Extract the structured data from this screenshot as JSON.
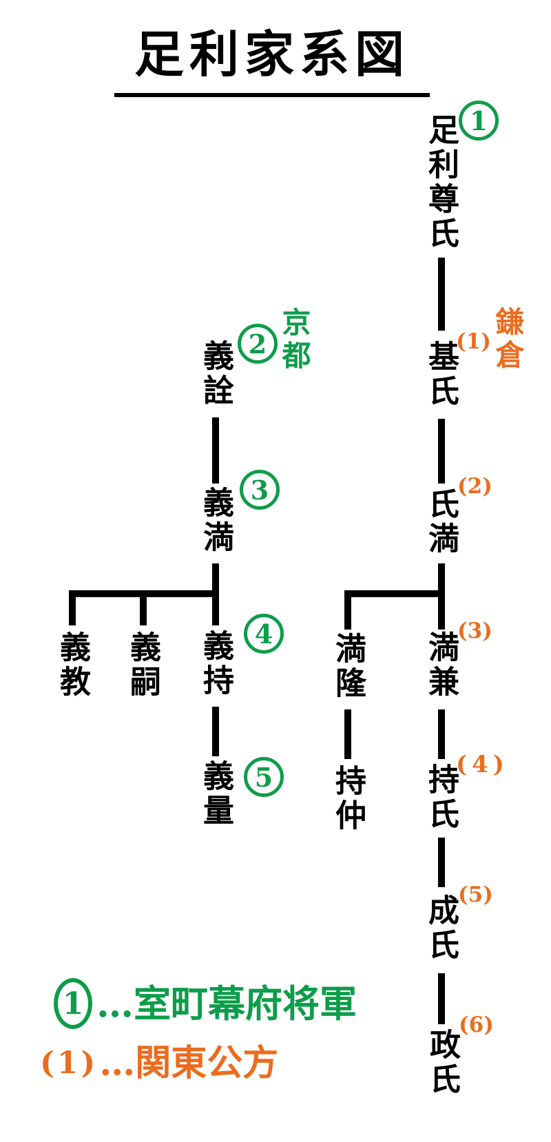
{
  "title": "足利家系図",
  "colors": {
    "green": "#0d9d4a",
    "orange": "#ec6c1e",
    "black": "#000000"
  },
  "people": {
    "takauji": {
      "name": "足利尊氏",
      "shogun_no": "1"
    },
    "yoshiakira": {
      "name": "義詮",
      "shogun_no": "2",
      "place": "京都"
    },
    "yoshimitsu": {
      "name": "義満",
      "shogun_no": "3"
    },
    "yoshinori": {
      "name": "義教"
    },
    "yoshitsugu": {
      "name": "義嗣"
    },
    "yoshimochi": {
      "name": "義持",
      "shogun_no": "4"
    },
    "yoshikazu": {
      "name": "義量",
      "shogun_no": "5"
    },
    "motouji": {
      "name": "基氏",
      "kubo_no": "(1)",
      "place": "鎌倉"
    },
    "ujimitsu": {
      "name": "氏満",
      "kubo_no": "(2)"
    },
    "mitsutaka": {
      "name": "満隆"
    },
    "mitsukane": {
      "name": "満兼",
      "kubo_no": "(3)"
    },
    "mochinaka": {
      "name": "持仲"
    },
    "mochiuji": {
      "name": "持氏",
      "kubo_no": "(4)"
    },
    "shigeuji": {
      "name": "成氏",
      "kubo_no": "(5)"
    },
    "masauji": {
      "name": "政氏",
      "kubo_no": "(6)"
    }
  },
  "legend": {
    "shogun_badge": "1",
    "shogun_text": "…室町幕府将軍",
    "kubo_prefix": "(1)",
    "kubo_text": "…関東公方"
  }
}
